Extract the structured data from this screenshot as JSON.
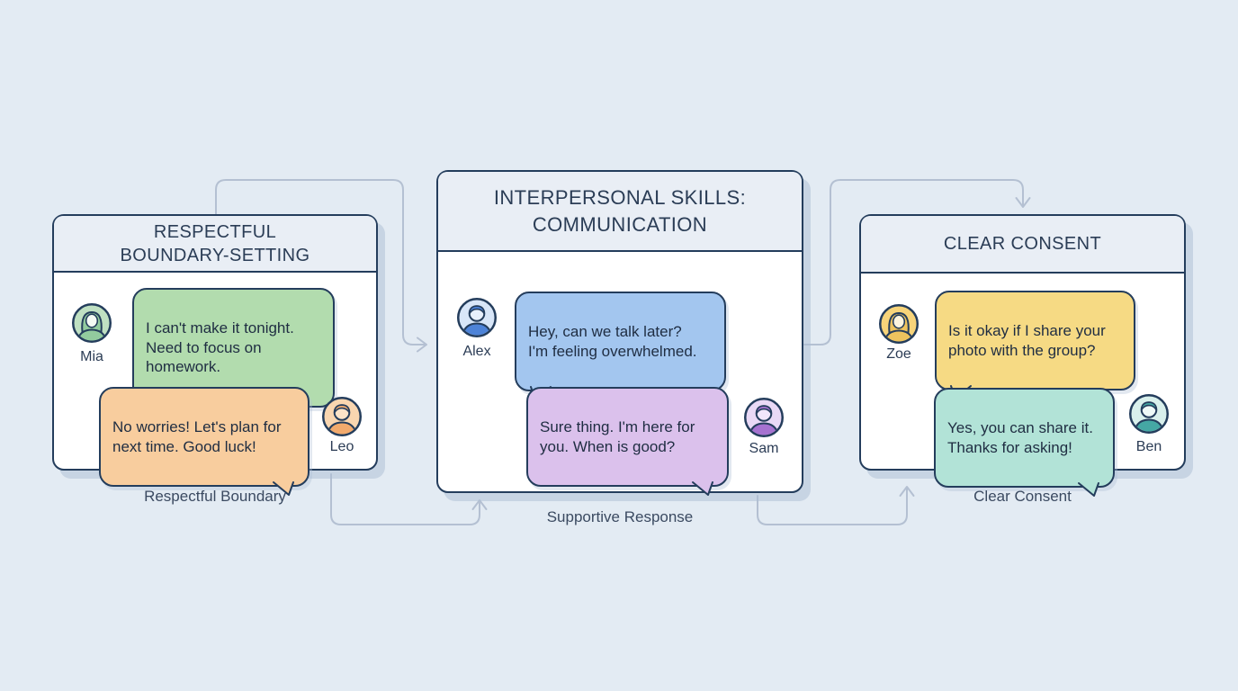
{
  "panels": [
    {
      "header": "RESPECTFUL\nBOUNDARY-SETTING",
      "caption": "Respectful Boundary",
      "messages": [
        {
          "speaker": "Mia",
          "text": "I can't make it tonight.\nNeed to focus on\nhomework.",
          "bubble_color": "#b2dcae"
        },
        {
          "speaker": "Leo",
          "text": "No worries! Let's plan for\nnext time. Good luck!",
          "bubble_color": "#f8cd9e"
        }
      ]
    },
    {
      "header": "INTERPERSONAL SKILLS:\nCOMMUNICATION",
      "caption": "Supportive Response",
      "messages": [
        {
          "speaker": "Alex",
          "text": "Hey, can we talk later?\nI'm feeling overwhelmed.",
          "bubble_color": "#a3c6ef"
        },
        {
          "speaker": "Sam",
          "text": "Sure thing. I'm here for\nyou. When is good?",
          "bubble_color": "#dbc1ec"
        }
      ]
    },
    {
      "header": "CLEAR CONSENT",
      "caption": "Clear Consent",
      "messages": [
        {
          "speaker": "Zoe",
          "text": "Is it okay if I share your\nphoto with the group?",
          "bubble_color": "#f6da84"
        },
        {
          "speaker": "Ben",
          "text": "Yes, you can share it.\nThanks for asking!",
          "bubble_color": "#b2e3d7"
        }
      ]
    }
  ],
  "avatars": {
    "mia": {
      "bg": "#bfe0c2",
      "figure": "#92cb9e",
      "face": "#f4faf4"
    },
    "leo": {
      "bg": "#f9d6b0",
      "figure": "#f2aa6d",
      "face": "#fbe3c8"
    },
    "alex": {
      "bg": "#d8e6f8",
      "figure": "#4d83d8",
      "face": "#e8f0fc"
    },
    "sam": {
      "bg": "#e9d9f6",
      "figure": "#a672d0",
      "face": "#f1e6fb"
    },
    "zoe": {
      "bg": "#f7d47a",
      "figure": "#edc35e",
      "face": "#fdf4de"
    },
    "ben": {
      "bg": "#d9f0ec",
      "figure": "#45a8a4",
      "face": "#effaf8"
    }
  },
  "colors": {
    "background": "#e3ebf3",
    "panel_border": "#243d5c",
    "header_bg": "#e9eef5",
    "connector": "#b4c0d2",
    "bubble_text": "#1f2d42"
  }
}
